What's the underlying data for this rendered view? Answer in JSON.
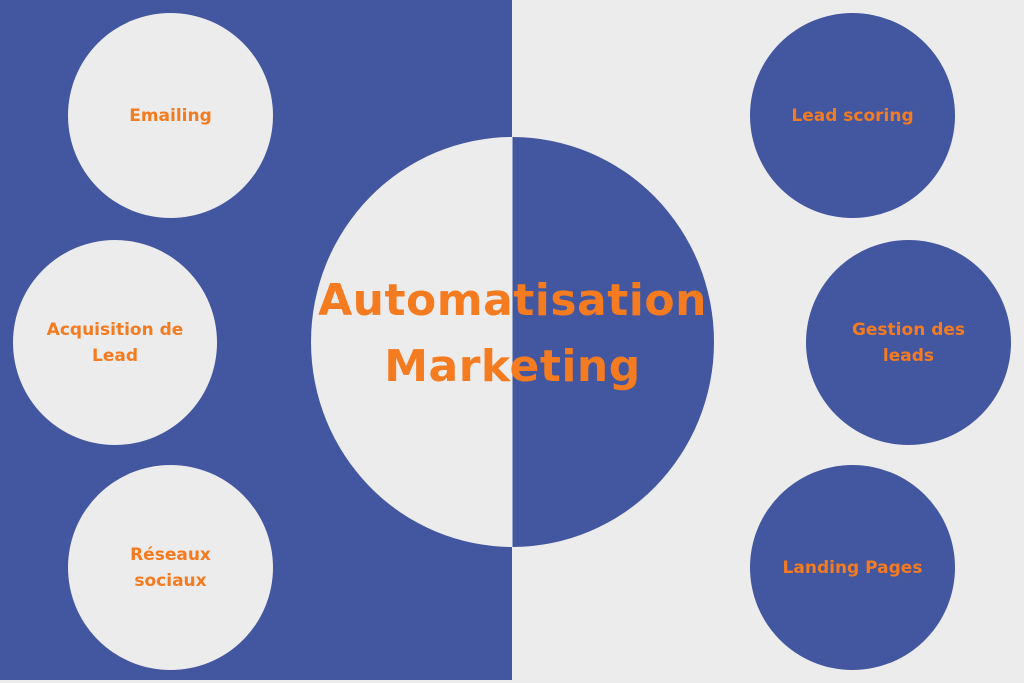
{
  "colors": {
    "blue": "#4356A0",
    "light": "#ECECEC",
    "orange": "#F47B20"
  },
  "center": {
    "title": "Automatisation\nMarketing"
  },
  "left_items": [
    {
      "label": "Emailing"
    },
    {
      "label": "Acquisition de\nLead"
    },
    {
      "label": "Réseaux\nsociaux"
    }
  ],
  "right_items": [
    {
      "label": "Lead scoring"
    },
    {
      "label": "Gestion des\nleads"
    },
    {
      "label": "Landing Pages"
    }
  ]
}
